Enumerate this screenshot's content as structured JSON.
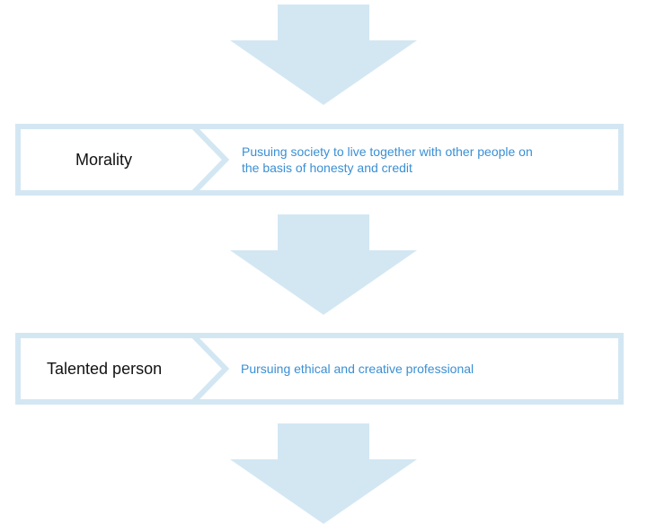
{
  "colors": {
    "arrow_fill": "#d3e7f3",
    "frame_stroke": "#d3e7f3",
    "label_text": "#111111",
    "desc_text": "#3a8fd4"
  },
  "flow": {
    "boxes": [
      {
        "label": "Morality",
        "description_line1": "Pusuing society to live together with other people on",
        "description_line2": "the basis of honesty and credit"
      },
      {
        "label": "Talented person",
        "description_line1": "Pursuing ethical and creative professional"
      }
    ]
  }
}
